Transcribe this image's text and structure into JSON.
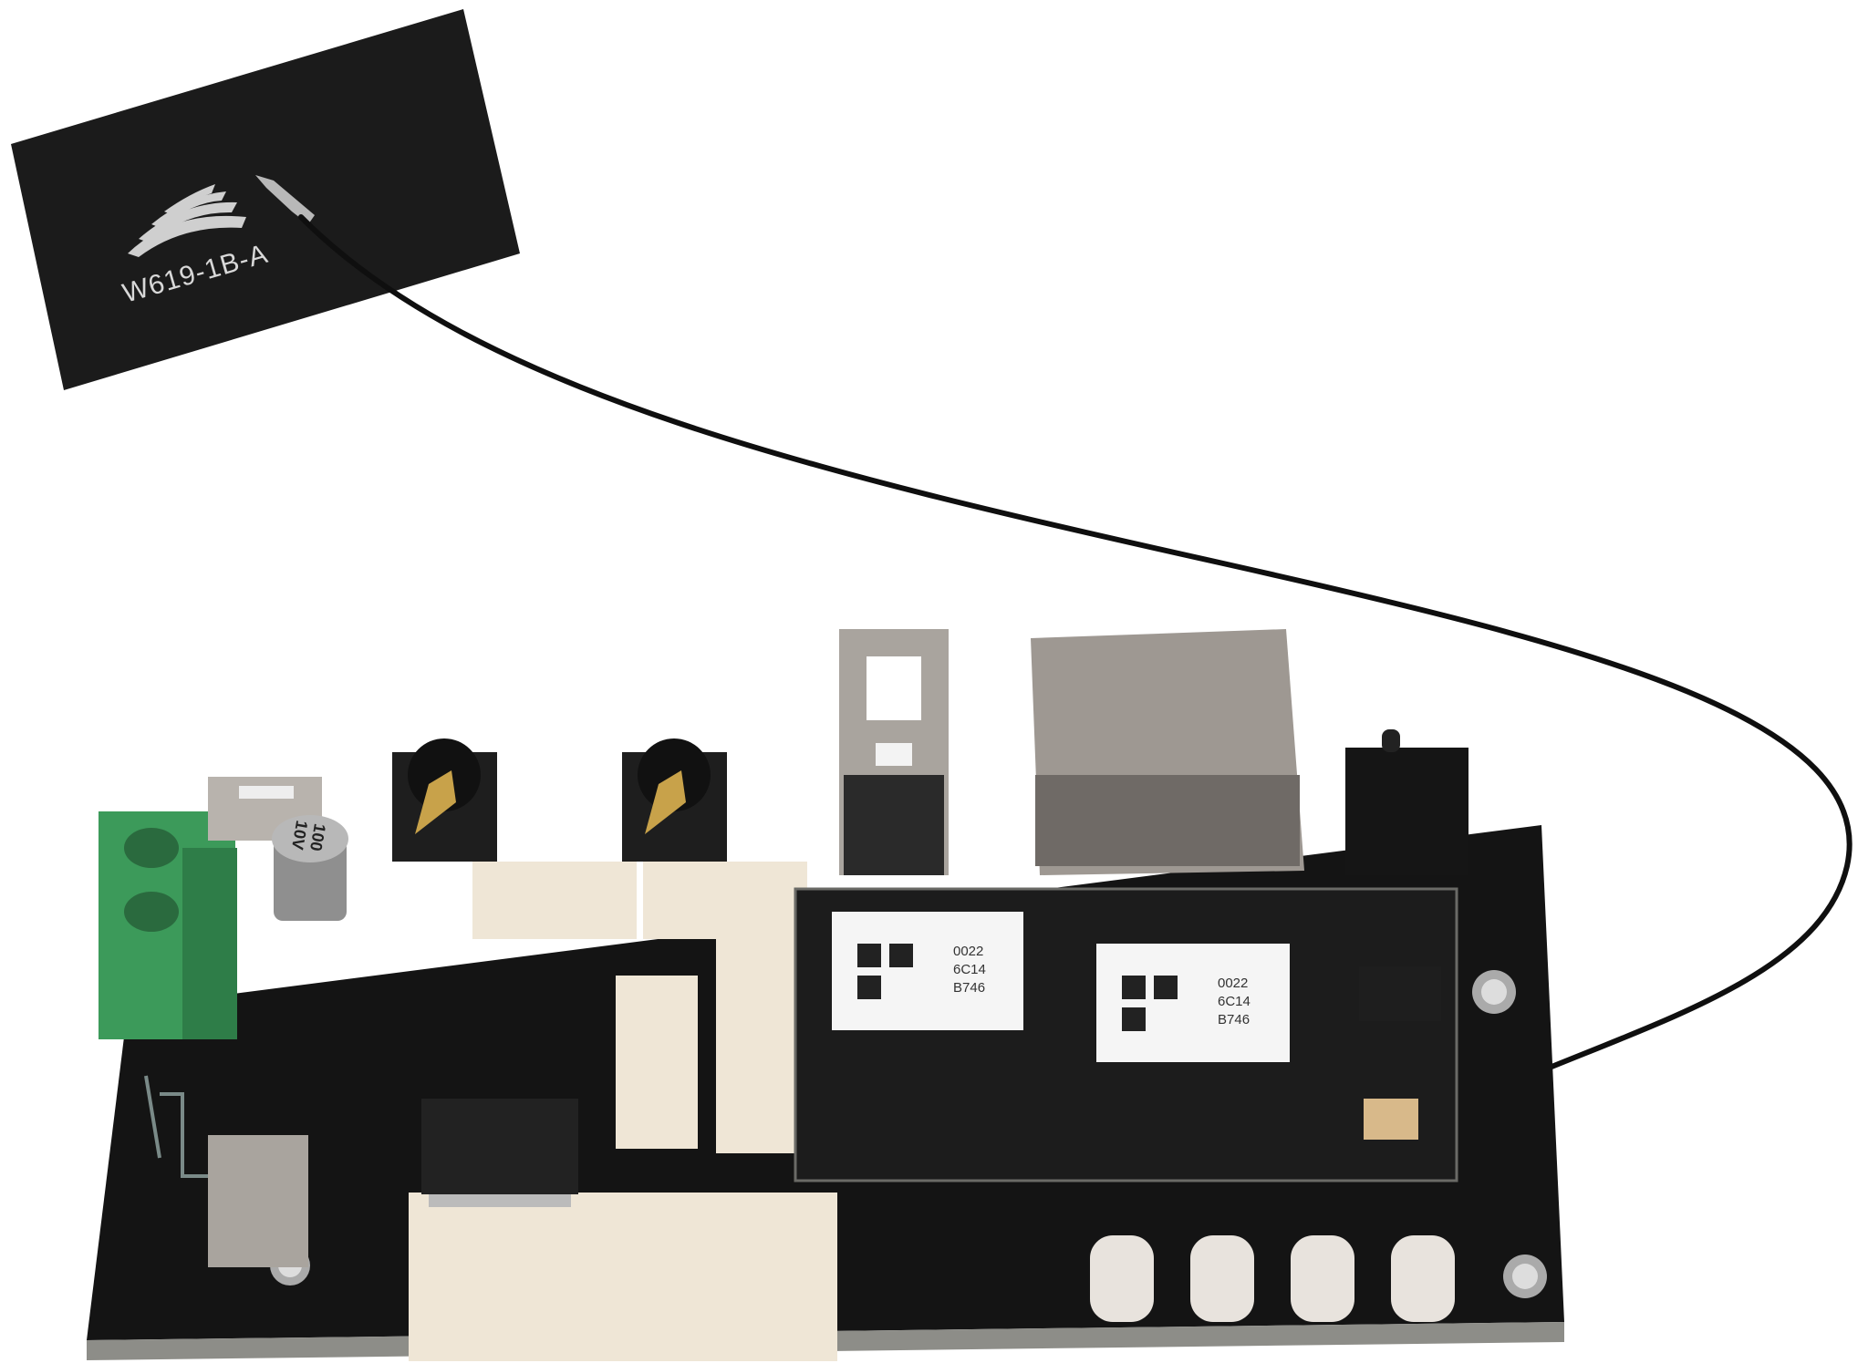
{
  "photo": {
    "subject": "WiFi audio module PCB with FPC antenna",
    "background_color": "#ffffff"
  },
  "antenna": {
    "label": "W619-1B-A",
    "body_color": "#1a1a1a",
    "print_color": "#d8d8d8",
    "cable_color": "#111111"
  },
  "board": {
    "pcb_color": "#151515",
    "silkscreen_color": "#7a8a88",
    "module_labels": [
      {
        "line1": "0022",
        "line2": "6C14",
        "line3": "B746"
      },
      {
        "line1": "0022",
        "line2": "6C14",
        "line3": "B746"
      }
    ],
    "capacitor": {
      "line1": "100",
      "line2": "10V"
    },
    "terminal_block_color": "#3c9a5a",
    "connector_color": "#efe6d6",
    "led_count": 4
  }
}
